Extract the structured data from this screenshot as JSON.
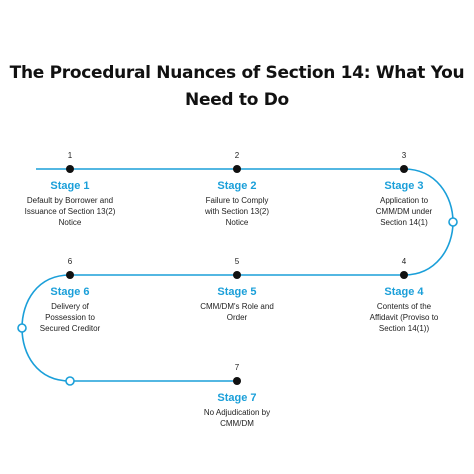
{
  "title": {
    "line1": "The Procedural Nuances of Section 14: What You",
    "line2": "Need to Do"
  },
  "colors": {
    "accent": "#1a9fd9",
    "node": "#111111",
    "text": "#222222"
  },
  "stages": [
    {
      "number": "1",
      "label": "Stage 1",
      "desc": [
        "Default by Borrower and",
        "Issuance of Section 13(2)",
        "Notice"
      ]
    },
    {
      "number": "2",
      "label": "Stage 2",
      "desc": [
        "Failure to Comply",
        "with Section 13(2)",
        "Notice"
      ]
    },
    {
      "number": "3",
      "label": "Stage 3",
      "desc": [
        "Application to",
        "CMM/DM under",
        "Section 14(1)"
      ]
    },
    {
      "number": "4",
      "label": "Stage 4",
      "desc": [
        "Contents of the",
        "Affidavit (Proviso to",
        "Section 14(1))"
      ]
    },
    {
      "number": "5",
      "label": "Stage 5",
      "desc": [
        "CMM/DM's Role and",
        "Order"
      ]
    },
    {
      "number": "6",
      "label": "Stage 6",
      "desc": [
        "Delivery of",
        "Possession to",
        "Secured Creditor"
      ]
    },
    {
      "number": "7",
      "label": "Stage 7",
      "desc": [
        "No Adjudication by",
        "CMM/DM"
      ]
    }
  ]
}
